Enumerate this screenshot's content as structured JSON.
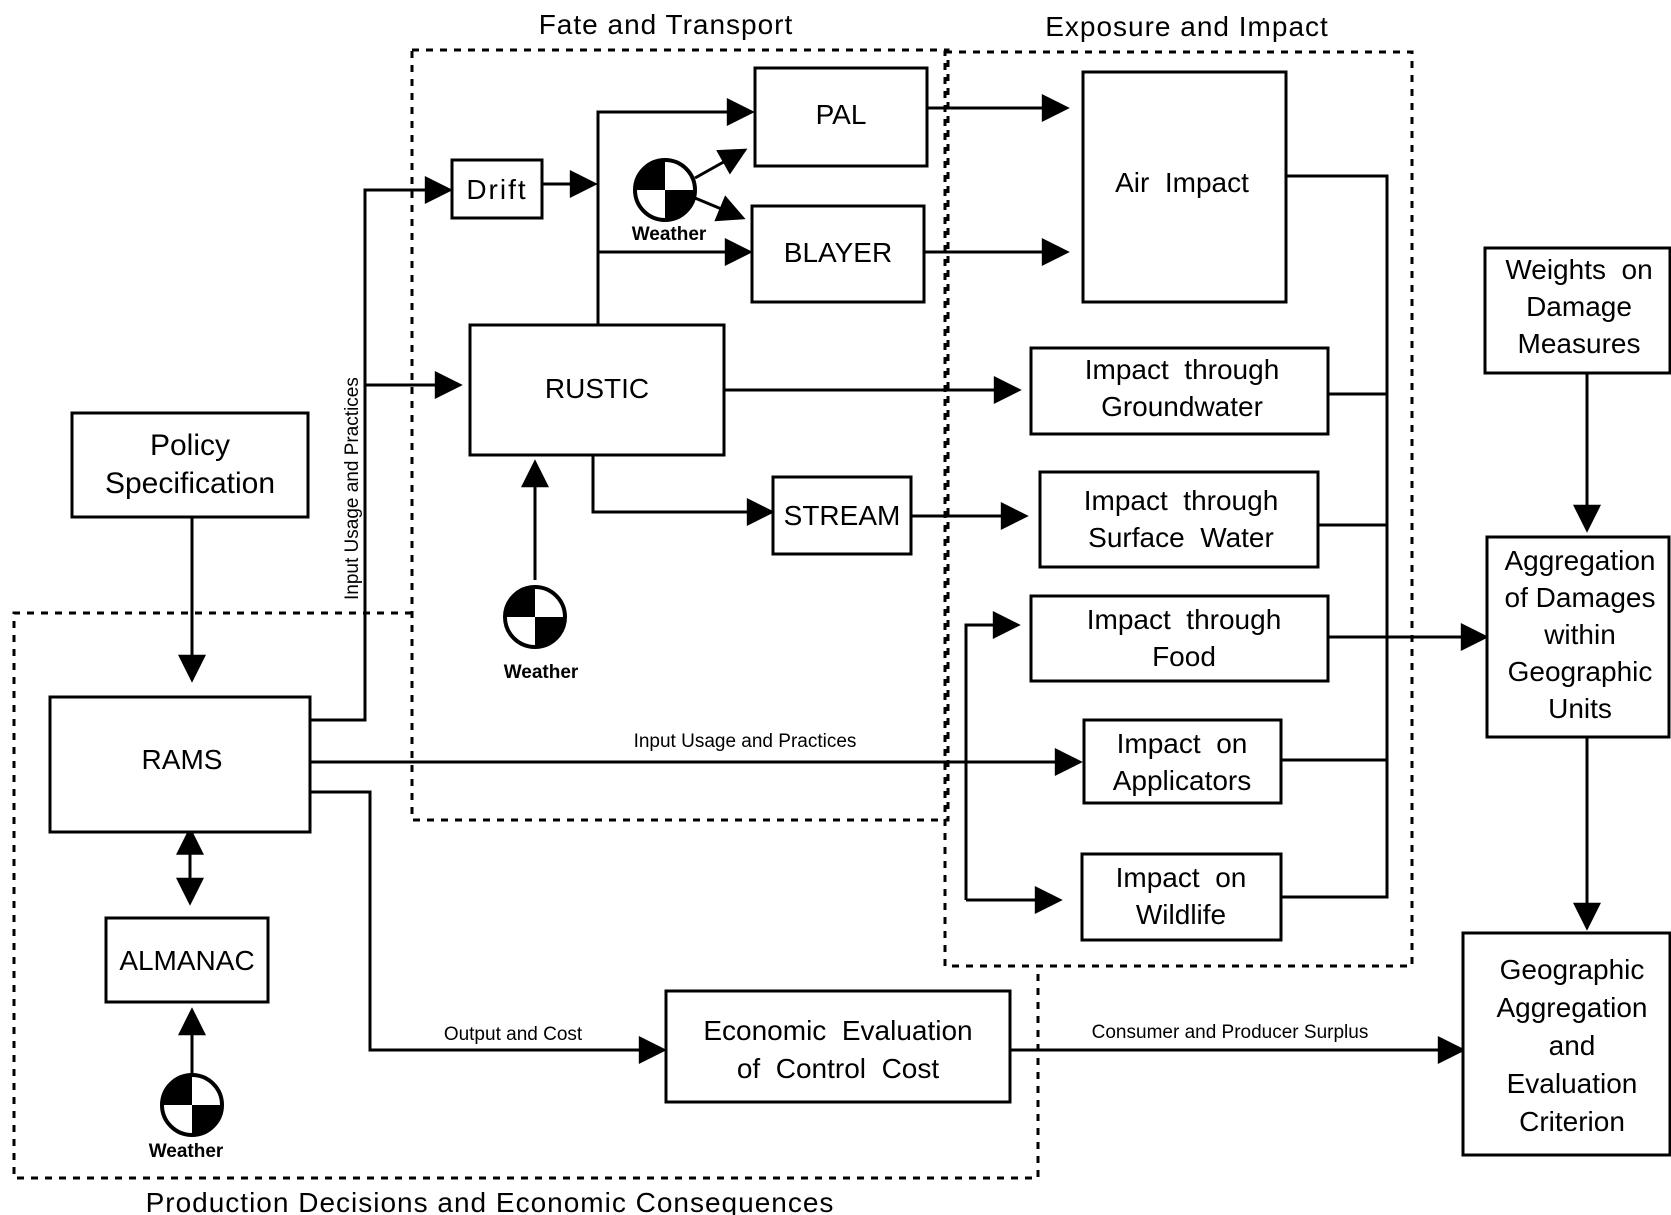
{
  "regions": {
    "fate_transport": "Fate and Transport",
    "exposure_impact": "Exposure and Impact",
    "production": "Production Decisions and Economic Consequences"
  },
  "nodes": {
    "policy": [
      "Policy",
      "Specification"
    ],
    "rams": "RAMS",
    "almanac": "ALMANAC",
    "drift": "Drift",
    "rustic": "RUSTIC",
    "pal": "PAL",
    "blayer": "BLAYER",
    "stream": "STREAM",
    "air_impact": "Air  Impact",
    "groundwater": [
      "Impact  through",
      "Groundwater"
    ],
    "surface_water": [
      "Impact  through",
      "Surface  Water"
    ],
    "food": [
      "Impact  through",
      "Food"
    ],
    "applicators": [
      "Impact  on",
      "Applicators"
    ],
    "wildlife": [
      "Impact  on",
      "Wildlife"
    ],
    "weights": [
      "Weights  on",
      "Damage",
      "Measures"
    ],
    "aggregation": [
      "Aggregation",
      "of Damages",
      "within",
      "Geographic",
      "Units"
    ],
    "econ_eval": [
      "Economic  Evaluation",
      "of  Control  Cost"
    ],
    "geo_eval": [
      "Geographic",
      "Aggregation",
      "and",
      "Evaluation",
      "Criterion"
    ]
  },
  "weather_label": "Weather",
  "edge_labels": {
    "input_vertical": "Input Usage and Practices",
    "input_horizontal": "Input Usage and Practices",
    "output_cost": "Output and Cost",
    "surplus": "Consumer and Producer Surplus"
  }
}
